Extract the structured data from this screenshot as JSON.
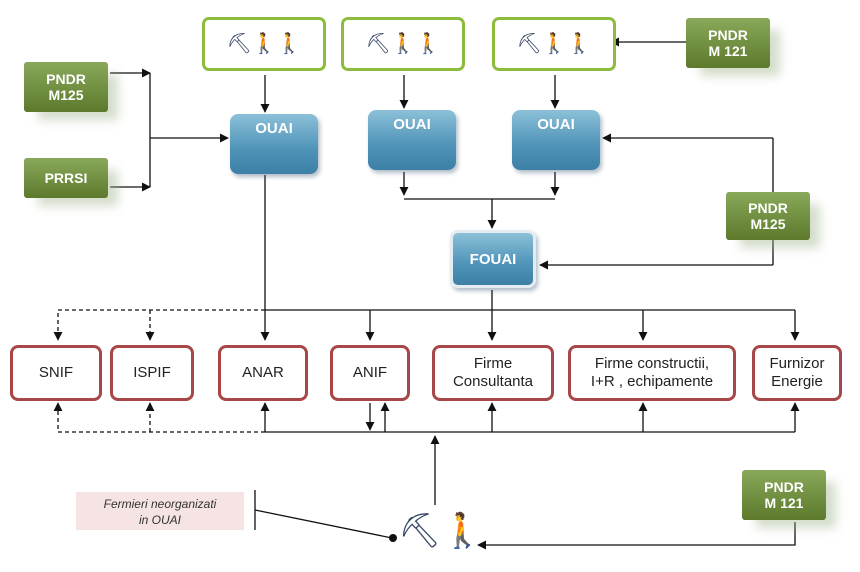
{
  "top_groups": [
    {
      "icon": "farm-workers-icon"
    },
    {
      "icon": "farm-workers-icon"
    },
    {
      "icon": "farm-workers-icon"
    }
  ],
  "programs": {
    "pndr_m125_left": {
      "line1": "PNDR",
      "line2": "M125"
    },
    "prrsi": {
      "line1": "PRRSI"
    },
    "pndr_m121_top": {
      "line1": "PNDR",
      "line2": "M 121"
    },
    "pndr_m125_right": {
      "line1": "PNDR",
      "line2": "M125"
    },
    "pndr_m121_bottom": {
      "line1": "PNDR",
      "line2": "M 121"
    }
  },
  "ouai": {
    "label_1": "OUAI",
    "label_2": "OUAI",
    "label_3": "OUAI"
  },
  "fouai": {
    "label": "FOUAI"
  },
  "institutions": [
    {
      "line1": "SNIF",
      "line2": ""
    },
    {
      "line1": "ISPIF",
      "line2": ""
    },
    {
      "line1": "ANAR",
      "line2": ""
    },
    {
      "line1": "ANIF",
      "line2": ""
    },
    {
      "line1": "Firme",
      "line2": "Consultanta"
    },
    {
      "line1": "Firme constructii,",
      "line2": "I+R , echipamente"
    },
    {
      "line1": "Furnizor",
      "line2": "Energie"
    }
  ],
  "farmers_note": {
    "line1": "Fermieri neorganizati",
    "line2": "in OUAI"
  },
  "colors": {
    "accent_green": "#8dbb3c",
    "program_green": "#6b8a3a",
    "ouai_blue": "#5a9ec3",
    "institution_red": "#a84747"
  }
}
